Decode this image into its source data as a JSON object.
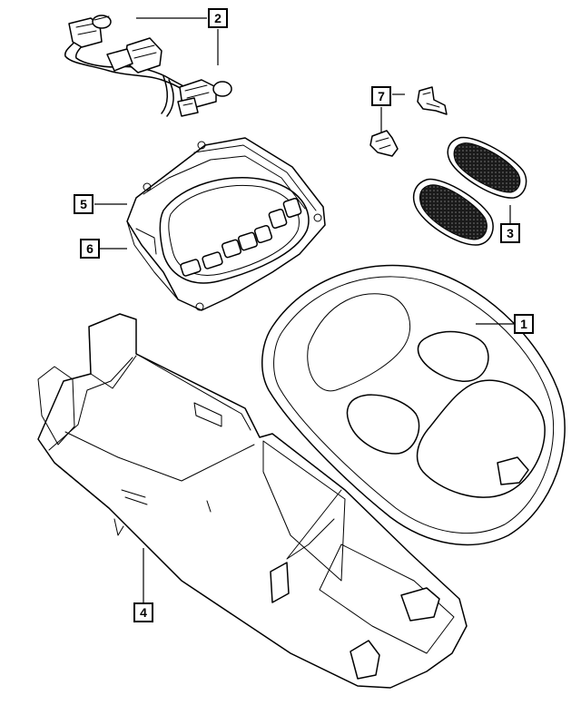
{
  "callouts": [
    {
      "id": "callout-1",
      "label": "1"
    },
    {
      "id": "callout-2",
      "label": "2"
    },
    {
      "id": "callout-3",
      "label": "3"
    },
    {
      "id": "callout-4",
      "label": "4"
    },
    {
      "id": "callout-5",
      "label": "5"
    },
    {
      "id": "callout-6",
      "label": "6"
    },
    {
      "id": "callout-7",
      "label": "7"
    }
  ]
}
